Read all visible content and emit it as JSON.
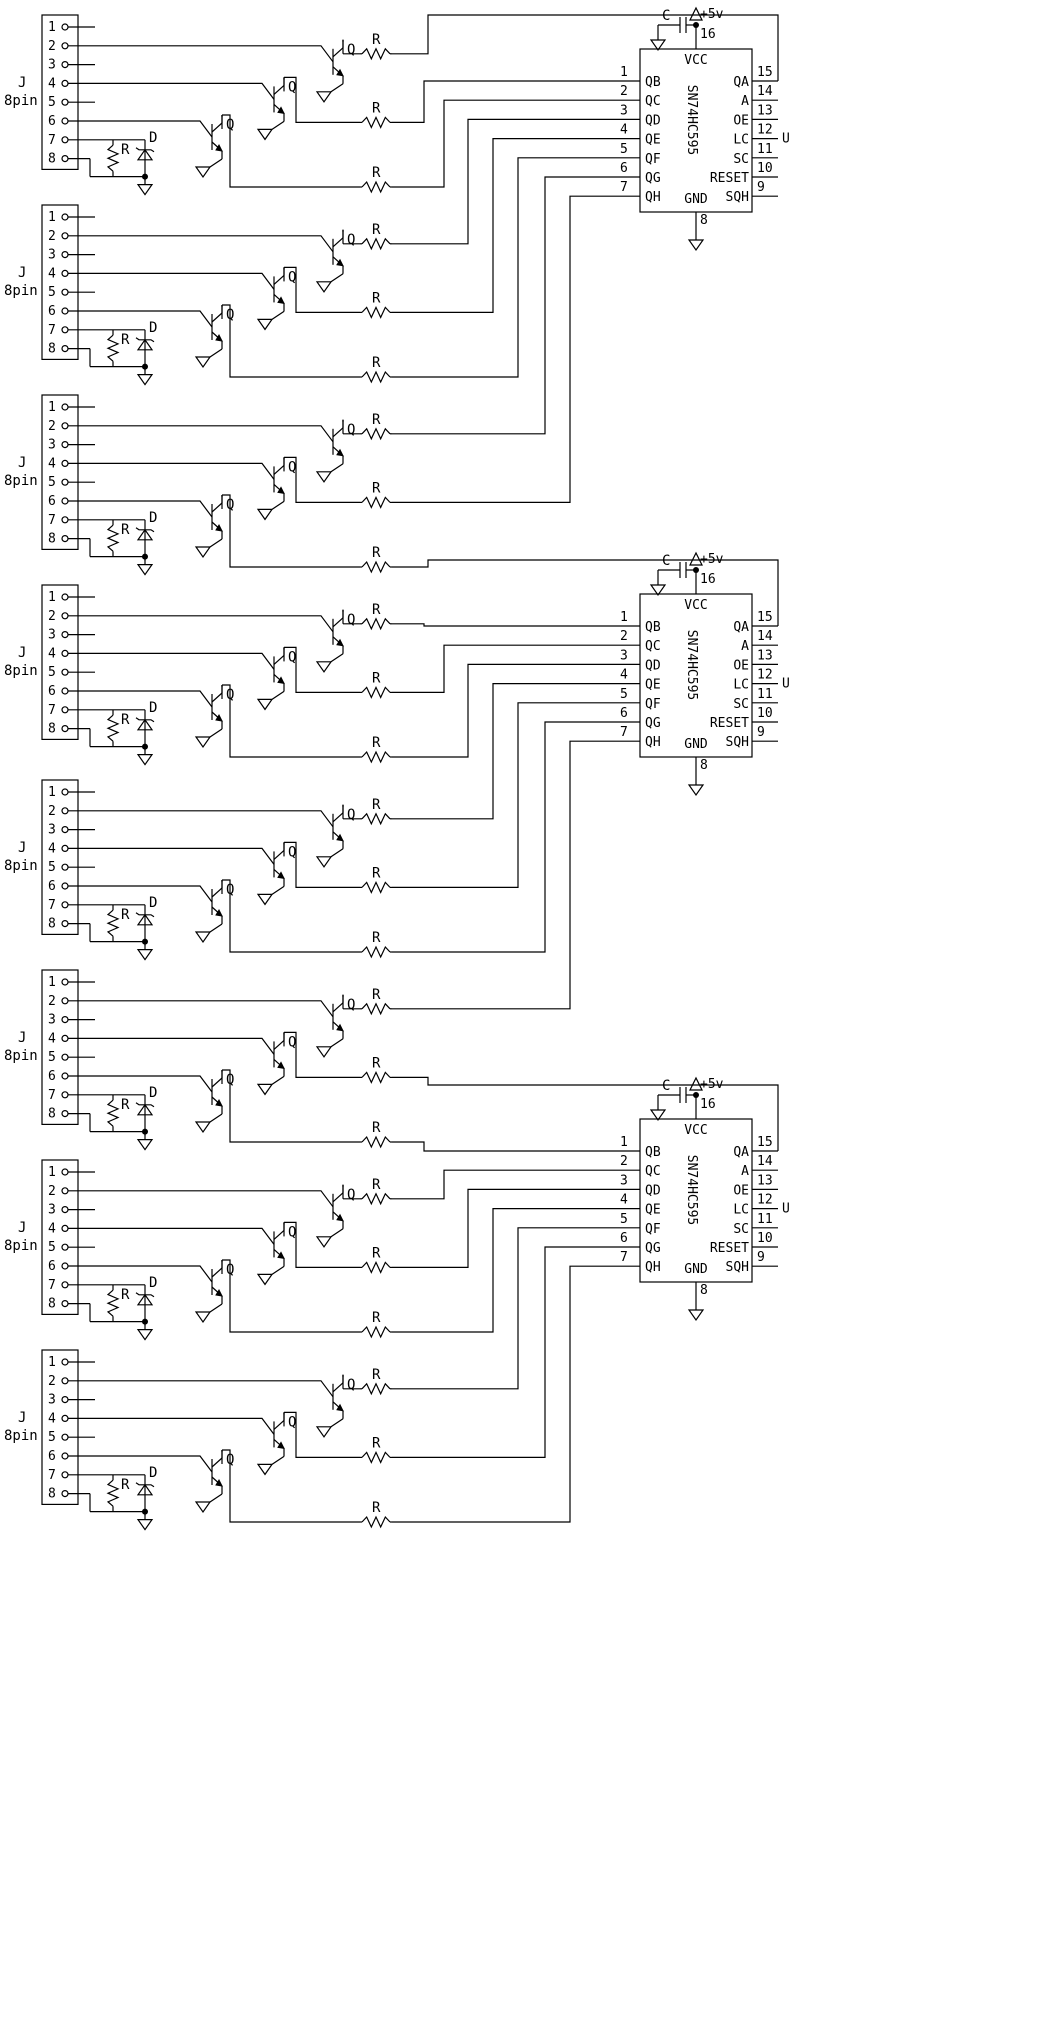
{
  "connector": {
    "ref": "J",
    "value": "8pin",
    "pins": [
      "1",
      "2",
      "3",
      "4",
      "5",
      "6",
      "7",
      "8"
    ]
  },
  "labels": {
    "transistor": "Q",
    "resistor": "R",
    "diode": "D",
    "capacitor": "C",
    "supply": "+5v"
  },
  "ic": {
    "part": "SN74HC595",
    "vcc": "VCC",
    "gnd": "GND",
    "vcc_pin": "16",
    "gnd_pin": "8",
    "left_pins": [
      {
        "num": "1",
        "name": "QB"
      },
      {
        "num": "2",
        "name": "QC"
      },
      {
        "num": "3",
        "name": "QD"
      },
      {
        "num": "4",
        "name": "QE"
      },
      {
        "num": "5",
        "name": "QF"
      },
      {
        "num": "6",
        "name": "QG"
      },
      {
        "num": "7",
        "name": "QH"
      }
    ],
    "right_pins": [
      {
        "num": "15",
        "name": "QA"
      },
      {
        "num": "14",
        "name": "A"
      },
      {
        "num": "13",
        "name": "OE"
      },
      {
        "num": "12",
        "name": "LC",
        "ext": "U"
      },
      {
        "num": "11",
        "name": "SC"
      },
      {
        "num": "10",
        "name": "RESET"
      },
      {
        "num": "9",
        "name": "SQH"
      }
    ]
  },
  "connector_count": 8,
  "ic_count": 3
}
